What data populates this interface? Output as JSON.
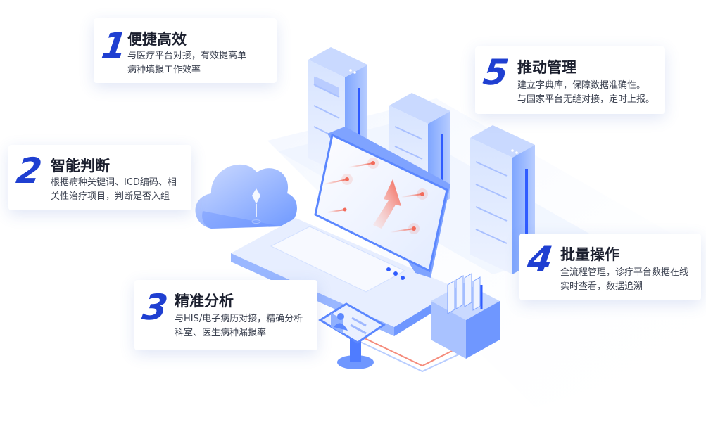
{
  "features": [
    {
      "number": "1",
      "title": "便捷高效",
      "lines": [
        "与医疗平台对接，有效提高单",
        "病种填报工作效率"
      ]
    },
    {
      "number": "2",
      "title": "智能判断",
      "lines": [
        "根据病种关键词、ICD编码、相",
        "关性治疗项目，判断是否入组"
      ]
    },
    {
      "number": "3",
      "title": "精准分析",
      "lines": [
        "与HIS/电子病历对接，精确分析",
        "科室、医生病种漏报率"
      ]
    },
    {
      "number": "4",
      "title": "批量操作",
      "lines": [
        "全流程管理，诊疗平台数据在线",
        "实时查看，数据追溯"
      ]
    },
    {
      "number": "5",
      "title": "推动管理",
      "lines": [
        "建立字典库，保障数据准确性。",
        "与国家平台无缝对接，定时上报。"
      ]
    }
  ],
  "colors": {
    "accent": "#1f3fd1",
    "illustration": "#5b8dff",
    "arrow": "#f26a5a"
  }
}
